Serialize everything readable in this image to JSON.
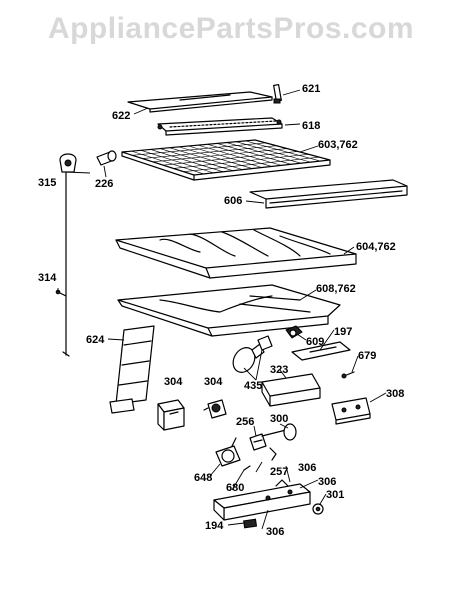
{
  "watermark": "AppliancePartsPros.com",
  "callouts": [
    {
      "id": "621",
      "text": "621"
    },
    {
      "id": "622",
      "text": "622"
    },
    {
      "id": "618",
      "text": "618"
    },
    {
      "id": "603",
      "text": "603,762"
    },
    {
      "id": "315",
      "text": "315"
    },
    {
      "id": "226",
      "text": "226"
    },
    {
      "id": "606",
      "text": "606"
    },
    {
      "id": "604",
      "text": "604,762"
    },
    {
      "id": "314",
      "text": "314"
    },
    {
      "id": "608",
      "text": "608,762"
    },
    {
      "id": "624",
      "text": "624"
    },
    {
      "id": "197",
      "text": "197"
    },
    {
      "id": "609",
      "text": "609"
    },
    {
      "id": "679",
      "text": "679"
    },
    {
      "id": "435",
      "text": "435"
    },
    {
      "id": "304a",
      "text": "304"
    },
    {
      "id": "304b",
      "text": "304"
    },
    {
      "id": "323",
      "text": "323"
    },
    {
      "id": "308",
      "text": "308"
    },
    {
      "id": "256",
      "text": "256"
    },
    {
      "id": "300",
      "text": "300"
    },
    {
      "id": "648",
      "text": "648"
    },
    {
      "id": "257",
      "text": "257"
    },
    {
      "id": "306a",
      "text": "306"
    },
    {
      "id": "306b",
      "text": "306"
    },
    {
      "id": "680",
      "text": "680"
    },
    {
      "id": "301",
      "text": "301"
    },
    {
      "id": "194",
      "text": "194"
    },
    {
      "id": "306c",
      "text": "306"
    }
  ]
}
